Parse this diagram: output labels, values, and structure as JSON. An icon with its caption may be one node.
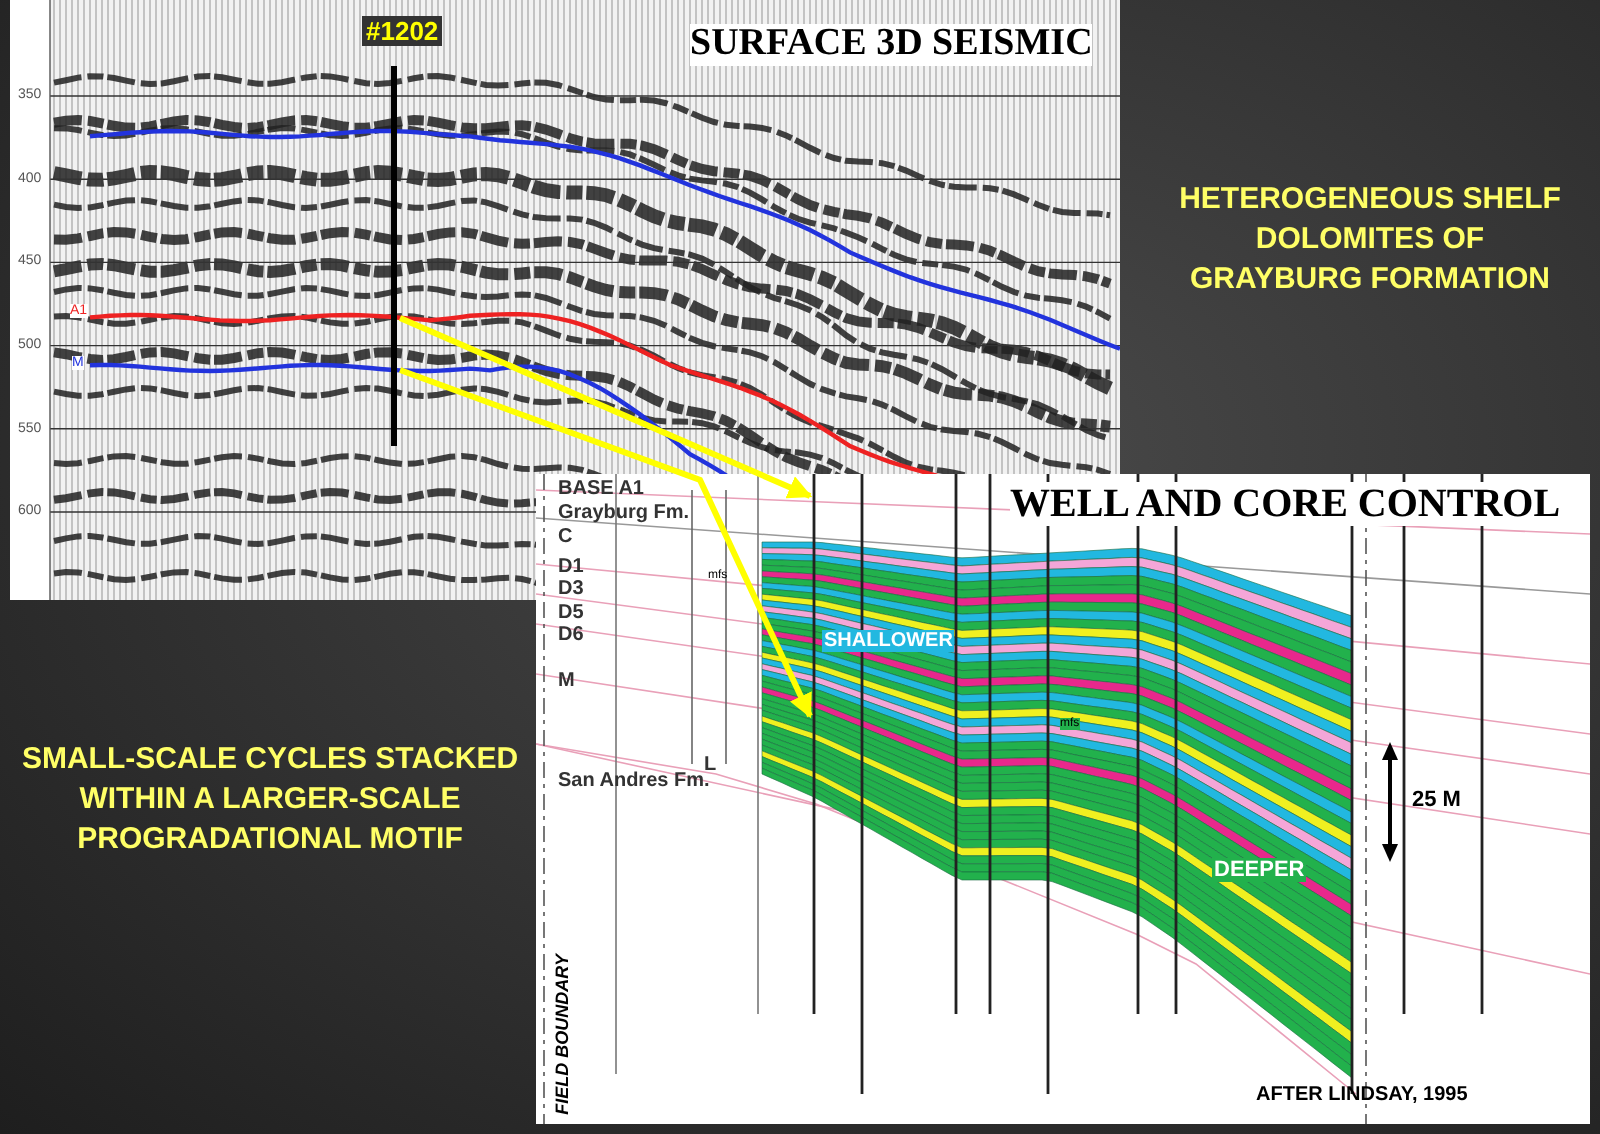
{
  "diagram": {
    "nodes": [
      {
        "text": [
          "SURFACE 3D SEISMIC"
        ]
      },
      {
        "text": [
          "WELL AND CORE CONTROL"
        ]
      }
    ],
    "edges": [
      {
        "from": 0,
        "to": 1,
        "arrow": "to"
      },
      {
        "from": 0,
        "to": 1,
        "arrow": "to"
      }
    ],
    "labels": [
      "#1202",
      "350",
      "400",
      "450",
      "500",
      "550",
      "600",
      "A1",
      "M",
      "BASE A1",
      "Grayburg Fm.",
      "C",
      "D1",
      "D3",
      "D5",
      "D6",
      "M",
      "mfs",
      "SHALLOWER",
      "mfs",
      "L",
      "San Andres Fm.",
      "25 M",
      "DEEPER",
      "FIELD BOUNDARY",
      "AFTER LINDSAY, 1995",
      "HETEROGENEOUS SHELF DOLOMITES OF GRAYBURG FORMATION",
      "SMALL-SCALE CYCLES STACKED WITHIN A LARGER-SCALE PROGRADATIONAL MOTIF"
    ]
  }
}
